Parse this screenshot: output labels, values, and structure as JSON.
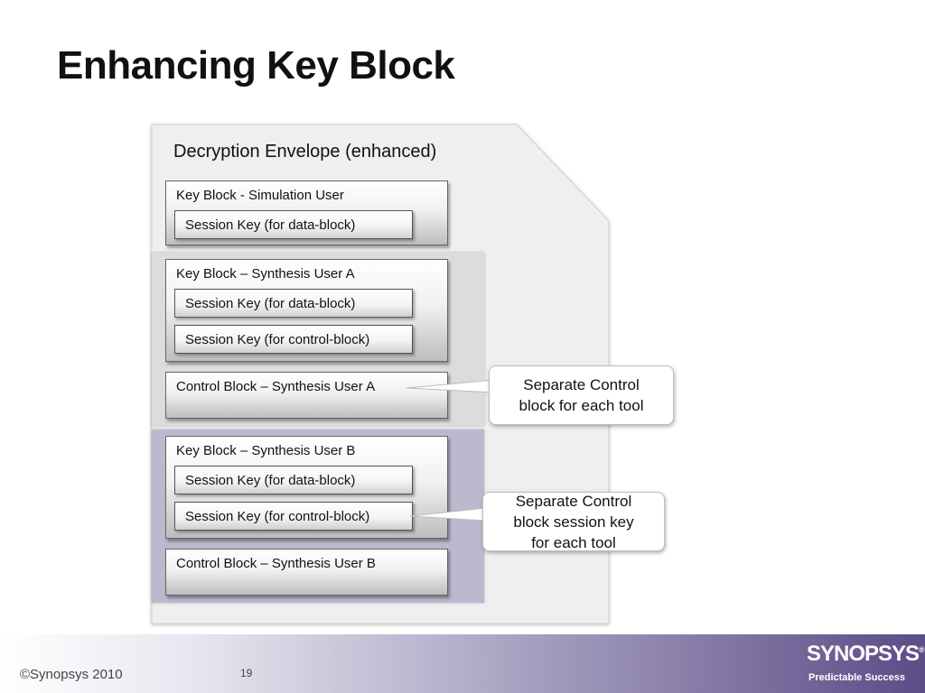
{
  "slide": {
    "title": "Enhancing Key Block"
  },
  "envelope": {
    "title": "Decryption Envelope (enhanced)"
  },
  "blocks": {
    "sim_key_block": {
      "label": "Key Block - Simulation User",
      "session_data": "Session Key (for data-block)"
    },
    "syn_a_key_block": {
      "label": "Key Block – Synthesis User A",
      "session_data": "Session Key (for data-block)",
      "session_control": "Session Key (for control-block)"
    },
    "syn_a_control_block": {
      "label": "Control Block – Synthesis User A"
    },
    "syn_b_key_block": {
      "label": "Key Block – Synthesis User B",
      "session_data": "Session Key (for data-block)",
      "session_control": "Session Key (for control-block)"
    },
    "syn_b_control_block": {
      "label": "Control Block – Synthesis User B"
    }
  },
  "callouts": {
    "control_per_tool": {
      "line1": "Separate Control",
      "line2": "block for each tool"
    },
    "session_key_per_tool": {
      "line1": "Separate Control",
      "line2": "block session key",
      "line3": "for each tool"
    }
  },
  "footer": {
    "copyright": "©Synopsys 2010",
    "page_number": "19",
    "brand": "SYNOPSYS",
    "brand_mark": "®",
    "tagline": "Predictable Success"
  },
  "colors": {
    "envelope_fill": "#efefef",
    "group_a_fill": "#dcdcdc",
    "group_b_fill": "#bbb9ce",
    "brand_purple": "#5c4c87"
  }
}
